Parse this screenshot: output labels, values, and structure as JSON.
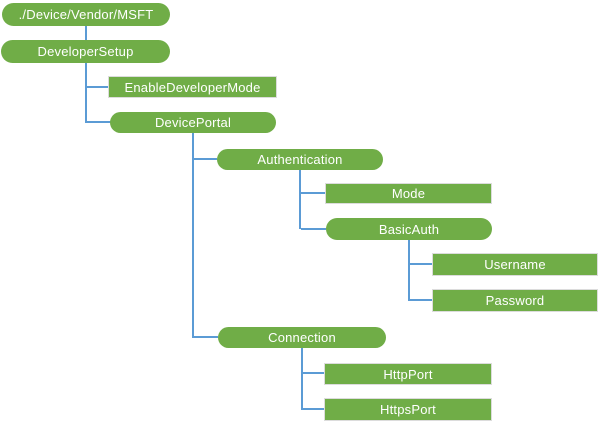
{
  "diagram": {
    "type": "tree",
    "colors": {
      "node_fill": "#70AD47",
      "node_text": "#FFFFFF",
      "leaf_border": "#DCDCDC",
      "connector": "#5B9BD5",
      "background": "#FFFFFF"
    },
    "nodes": [
      {
        "label": "./Device/Vendor/MSFT",
        "shape": "rounded",
        "parent": null
      },
      {
        "label": "DeveloperSetup",
        "shape": "rounded",
        "parent": "./Device/Vendor/MSFT"
      },
      {
        "label": "EnableDeveloperMode",
        "shape": "rectangle",
        "parent": "DeveloperSetup"
      },
      {
        "label": "DevicePortal",
        "shape": "rounded",
        "parent": "DeveloperSetup"
      },
      {
        "label": "Authentication",
        "shape": "rounded",
        "parent": "DevicePortal"
      },
      {
        "label": "Mode",
        "shape": "rectangle",
        "parent": "Authentication"
      },
      {
        "label": "BasicAuth",
        "shape": "rounded",
        "parent": "Authentication"
      },
      {
        "label": "Username",
        "shape": "rectangle",
        "parent": "BasicAuth"
      },
      {
        "label": "Password",
        "shape": "rectangle",
        "parent": "BasicAuth"
      },
      {
        "label": "Connection",
        "shape": "rounded",
        "parent": "DevicePortal"
      },
      {
        "label": "HttpPort",
        "shape": "rectangle",
        "parent": "Connection"
      },
      {
        "label": "HttpsPort",
        "shape": "rectangle",
        "parent": "Connection"
      }
    ]
  }
}
